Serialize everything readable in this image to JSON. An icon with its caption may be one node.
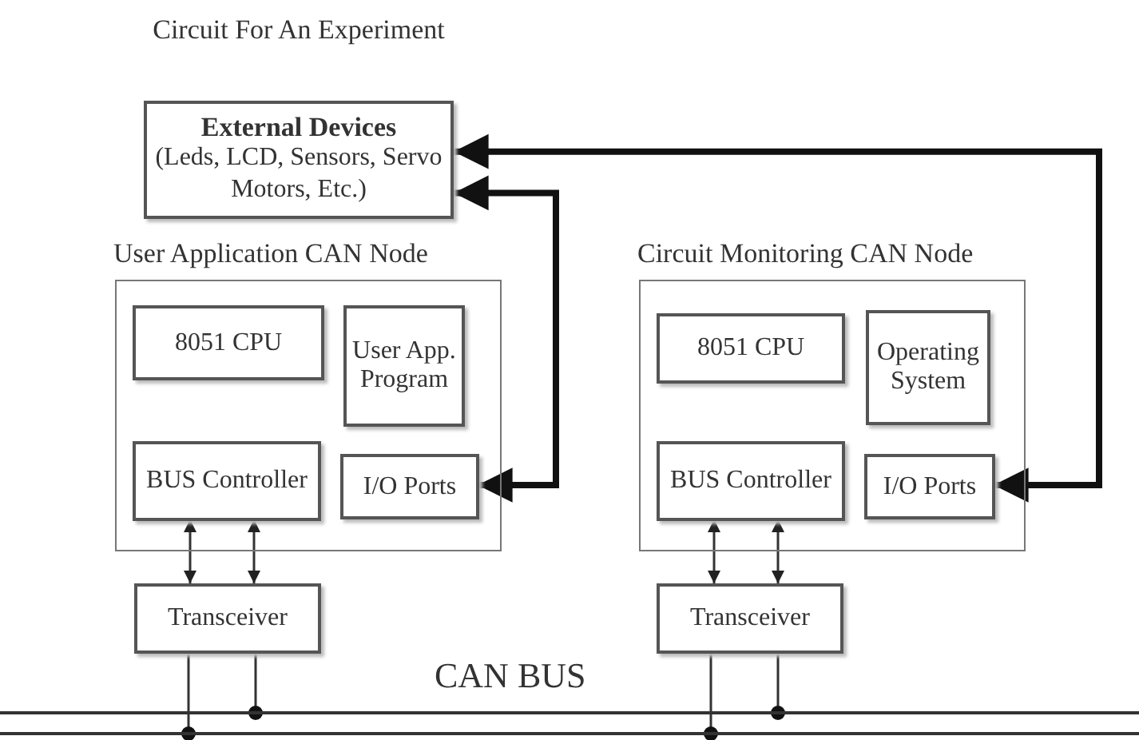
{
  "diagram": {
    "nodes": [
      {
        "text": [
          "External Devices",
          "(Leds, LCD, Sensors, Servo Motors, Etc.)"
        ],
        "beside": [
          "Circuit For An Experiment"
        ]
      },
      {
        "text": [
          "User Application CAN Node"
        ]
      },
      {
        "text": [
          "8051 CPU"
        ],
        "in": 1
      },
      {
        "text": [
          "User App. Program"
        ],
        "in": 1
      },
      {
        "text": [
          "BUS Controller"
        ],
        "in": 1
      },
      {
        "text": [
          "I/O Ports"
        ],
        "in": 1
      },
      {
        "text": [
          "Circuit Monitoring CAN Node"
        ]
      },
      {
        "text": [
          "8051 CPU"
        ],
        "in": 6
      },
      {
        "text": [
          "Operating System"
        ],
        "in": 6
      },
      {
        "text": [
          "BUS Controller"
        ],
        "in": 6
      },
      {
        "text": [
          "I/O Ports"
        ],
        "in": 6
      },
      {
        "text": [
          "Transceiver"
        ]
      },
      {
        "text": [
          "Transceiver"
        ]
      },
      {
        "text": [
          "CAN BUS"
        ]
      }
    ],
    "edges": [
      {
        "from": 5,
        "to": 0,
        "arrow": "both",
        "style": "thick"
      },
      {
        "from": 10,
        "to": 0,
        "arrow": "both",
        "style": "thick"
      },
      {
        "from": 4,
        "to": 11,
        "arrow": "both"
      },
      {
        "from": 4,
        "to": 11,
        "arrow": "both"
      },
      {
        "from": 9,
        "to": 12,
        "arrow": "both"
      },
      {
        "from": 9,
        "to": 12,
        "arrow": "both"
      },
      {
        "from": 11,
        "to": 13,
        "arrow": "other"
      },
      {
        "from": 11,
        "to": 13,
        "arrow": "other"
      },
      {
        "from": 12,
        "to": 13,
        "arrow": "other"
      },
      {
        "from": 12,
        "to": 13,
        "arrow": "other"
      }
    ]
  }
}
